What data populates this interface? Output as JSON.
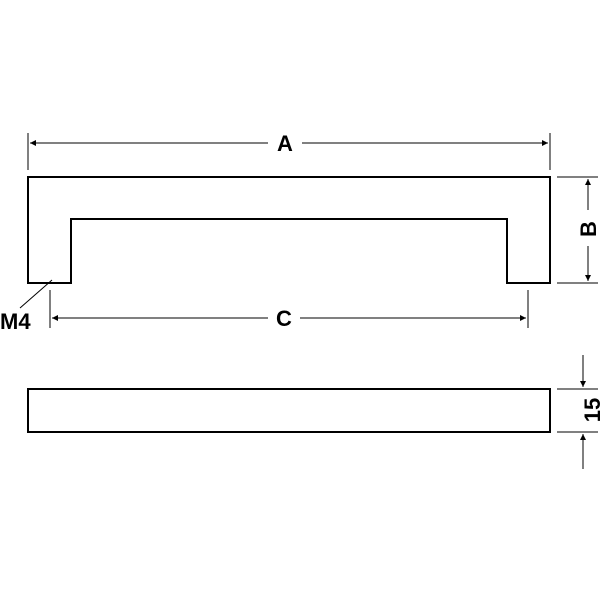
{
  "labels": {
    "A": "A",
    "B": "B",
    "C": "C",
    "thread": "M4",
    "height": "15"
  },
  "colors": {
    "line": "#000000",
    "background": "#ffffff"
  }
}
